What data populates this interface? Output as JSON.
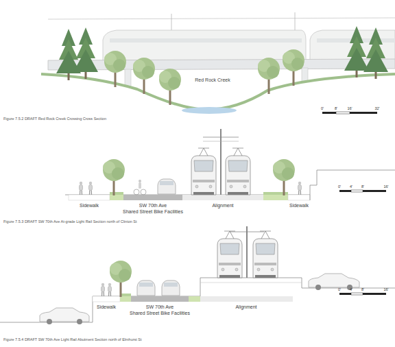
{
  "diagram": {
    "labels": [
      "Red Rock Creek",
      "Figure 7.5.2 DRAFT Red Rock Creek Crossing Cross Section",
      "0'",
      "8'",
      "16'",
      "32'",
      "Sidewalk",
      "SW 70th Ave",
      "Shared Street Bike Facilities",
      "Alignment",
      "Sidewalk",
      "Figure 7.5.3 DRAFT SW 70th Ave At-grade Light Rail Section north of Clinton St",
      "0'",
      "4'",
      "8'",
      "16'",
      "Sidewalk",
      "SW 70th Ave",
      "Shared Street Bike Facilities",
      "Alignment",
      "Figure 7.5.4 DRAFT SW 70th Ave Light Rail Abutment Section north of Elmhurst St",
      "0'",
      "4'",
      "8'",
      "16'"
    ]
  }
}
